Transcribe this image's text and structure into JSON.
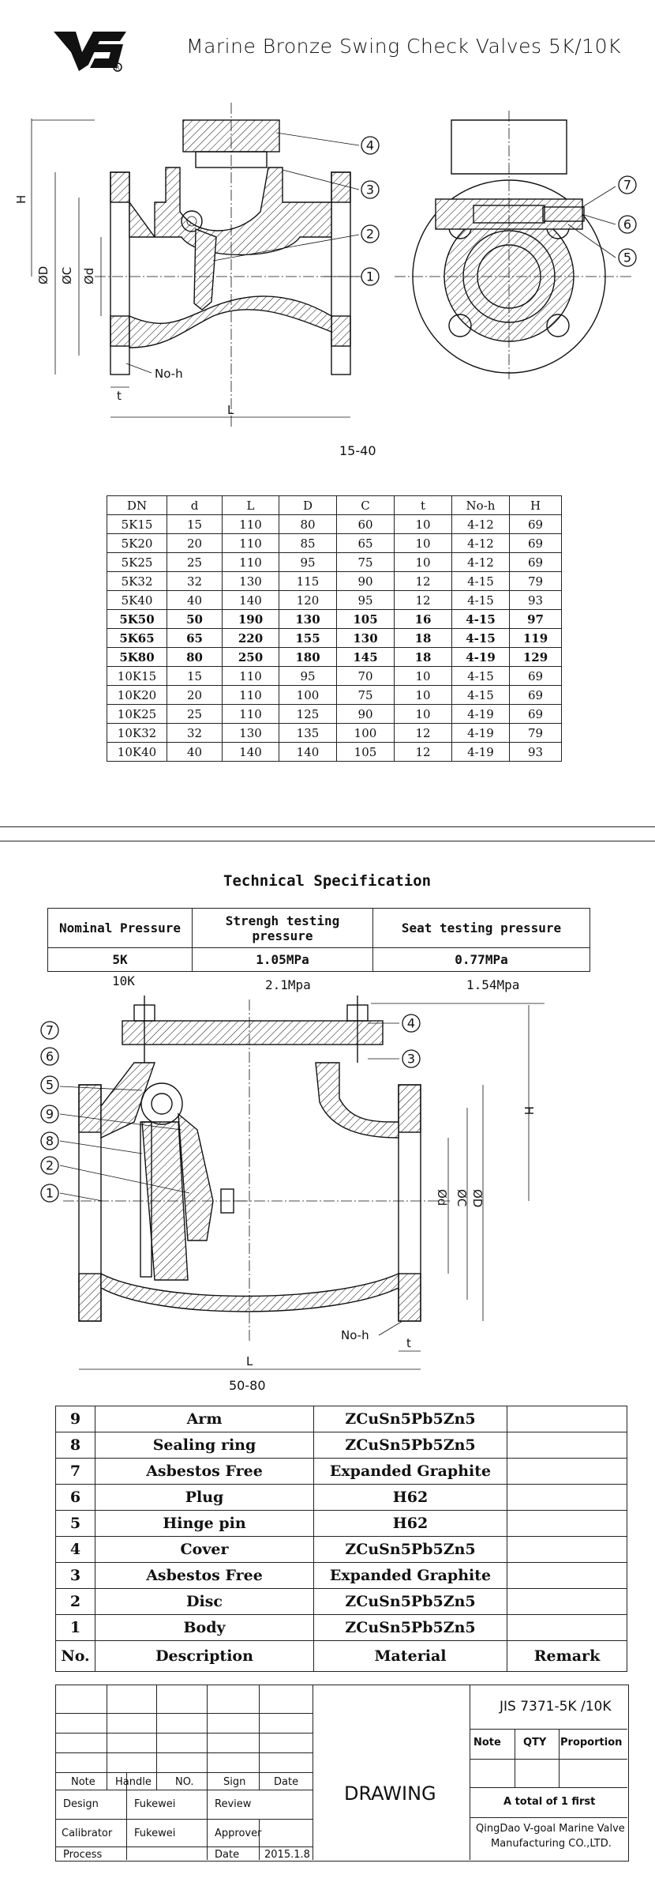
{
  "header": {
    "title": "Marine Bronze Swing Check Valves 5K/10K"
  },
  "drawing_a": {
    "size_label": "15-40",
    "dim_labels": {
      "H": "H",
      "D": "ØD",
      "C": "ØC",
      "d": "Ød",
      "noh": "No-h",
      "t": "t",
      "L": "L"
    },
    "balloons": [
      "4",
      "3",
      "2",
      "1",
      "7",
      "6",
      "5"
    ]
  },
  "dimension_table": {
    "headers": [
      "DN",
      "d",
      "L",
      "D",
      "C",
      "t",
      "No-h",
      "H"
    ],
    "rows": [
      [
        "5K15",
        "15",
        "110",
        "80",
        "60",
        "10",
        "4-12",
        "69"
      ],
      [
        "5K20",
        "20",
        "110",
        "85",
        "65",
        "10",
        "4-12",
        "69"
      ],
      [
        "5K25",
        "25",
        "110",
        "95",
        "75",
        "10",
        "4-12",
        "69"
      ],
      [
        "5K32",
        "32",
        "130",
        "115",
        "90",
        "12",
        "4-15",
        "79"
      ],
      [
        "5K40",
        "40",
        "140",
        "120",
        "95",
        "12",
        "4-15",
        "93"
      ],
      [
        "5K50",
        "50",
        "190",
        "130",
        "105",
        "16",
        "4-15",
        "97"
      ],
      [
        "5K65",
        "65",
        "220",
        "155",
        "130",
        "18",
        "4-15",
        "119"
      ],
      [
        "5K80",
        "80",
        "250",
        "180",
        "145",
        "18",
        "4-19",
        "129"
      ],
      [
        "10K15",
        "15",
        "110",
        "95",
        "70",
        "10",
        "4-15",
        "69"
      ],
      [
        "10K20",
        "20",
        "110",
        "100",
        "75",
        "10",
        "4-15",
        "69"
      ],
      [
        "10K25",
        "25",
        "110",
        "125",
        "90",
        "10",
        "4-19",
        "69"
      ],
      [
        "10K32",
        "32",
        "130",
        "135",
        "100",
        "12",
        "4-19",
        "79"
      ],
      [
        "10K40",
        "40",
        "140",
        "140",
        "105",
        "12",
        "4-19",
        "93"
      ]
    ]
  },
  "spec": {
    "title": "Technical Specification",
    "headers": [
      "Nominal Pressure",
      "Strengh testing pressure",
      "Seat testing pressure"
    ],
    "row": [
      "5K",
      "1.05MPa",
      "0.77MPa"
    ],
    "row2": [
      "10K",
      "2.1Mpa",
      "1.54Mpa"
    ]
  },
  "drawing_b": {
    "size_label": "50-80",
    "dim_labels": {
      "H": "H",
      "D": "ØD",
      "C": "ØC",
      "d": "Ød",
      "noh": "No-h",
      "t": "t",
      "L": "L"
    },
    "balloons": [
      "7",
      "6",
      "5",
      "9",
      "8",
      "2",
      "1",
      "4",
      "3"
    ]
  },
  "parts_list": {
    "headers": [
      "No.",
      "Description",
      "Material",
      "Remark"
    ],
    "rows": [
      [
        "9",
        "Arm",
        "ZCuSn5Pb5Zn5",
        ""
      ],
      [
        "8",
        "Sealing ring",
        "ZCuSn5Pb5Zn5",
        ""
      ],
      [
        "7",
        "Asbestos Free",
        "Expanded Graphite",
        ""
      ],
      [
        "6",
        "Plug",
        "H62",
        ""
      ],
      [
        "5",
        "Hinge pin",
        "H62",
        ""
      ],
      [
        "4",
        "Cover",
        "ZCuSn5Pb5Zn5",
        ""
      ],
      [
        "3",
        "Asbestos Free",
        "Expanded Graphite",
        ""
      ],
      [
        "2",
        "Disc",
        "ZCuSn5Pb5Zn5",
        ""
      ],
      [
        "1",
        "Body",
        "ZCuSn5Pb5Zn5",
        ""
      ]
    ]
  },
  "title_block": {
    "std": "JIS 7371-5K /10K",
    "drawing": "DRAWING",
    "note_hdr": "Note",
    "handle_hdr": "Handle",
    "no_hdr": "NO.",
    "sign_hdr": "Sign",
    "date_hdr": "Date",
    "design": "Design",
    "designer": "Fukewei",
    "review": "Review",
    "calibrator": "Calibrator",
    "calibrator_name": "Fukewei",
    "approver": "Approver",
    "process": "Process",
    "date_label": "Date",
    "date_value": "2015.1.8",
    "qty_note": "Note",
    "qty": "QTY",
    "proportion": "Proportion",
    "total": "A total of 1 first",
    "company_line1": "QingDao V-goal Marine Valve",
    "company_line2": "Manufacturing CO.,LTD."
  }
}
